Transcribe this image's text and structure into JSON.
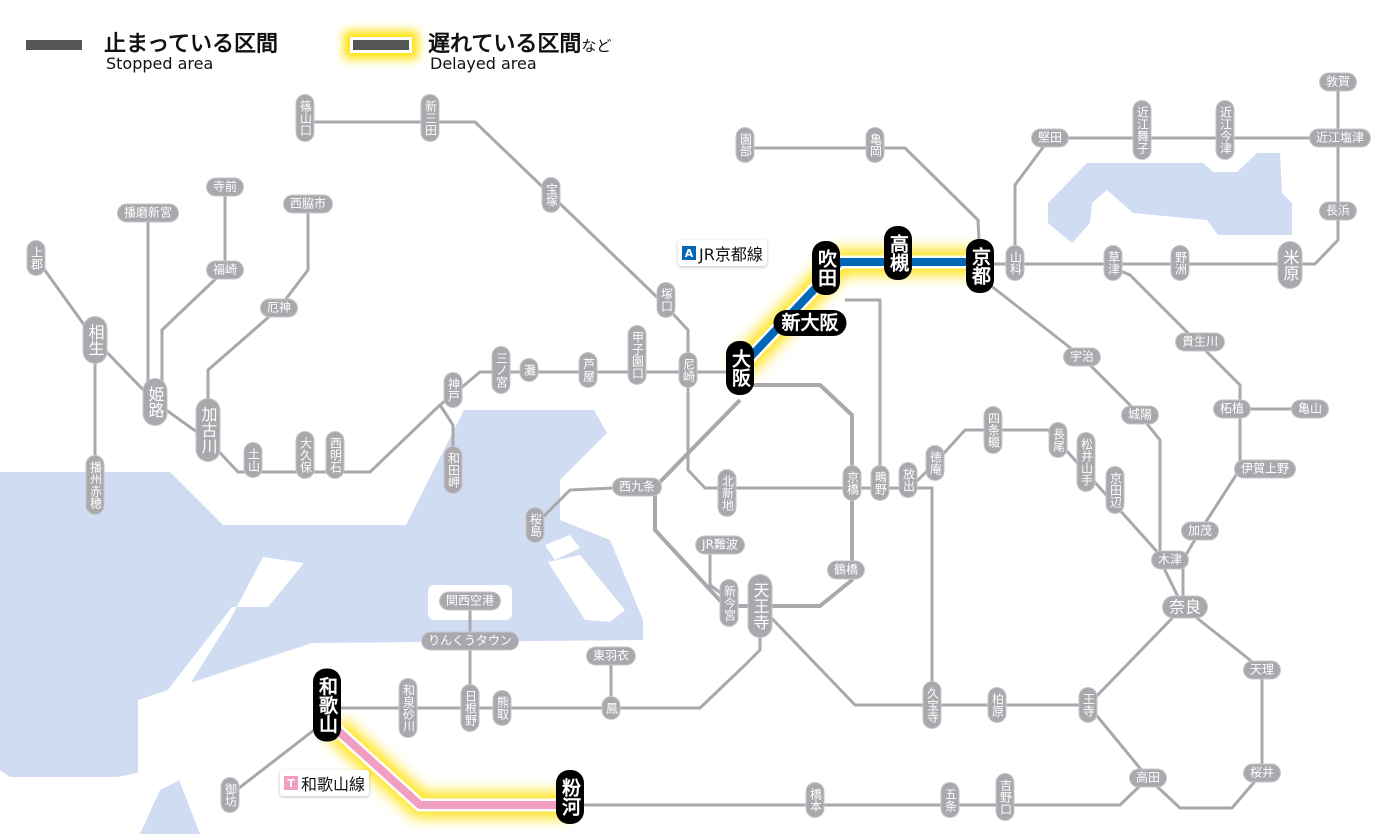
{
  "legend": {
    "stopped_label": "止まっている区間",
    "stopped_label_en": "Stopped area",
    "delayed_label": "遅れている区間",
    "delayed_suffix": "など",
    "delayed_label_en": "Delayed area"
  },
  "lines": {
    "kyoto": {
      "letter": "A",
      "name": "JR京都線",
      "color": "#0068b7",
      "status": "delayed"
    },
    "wakayama": {
      "letter": "T",
      "name": "和歌山線",
      "color": "#f19ec2",
      "status": "delayed"
    }
  },
  "colors": {
    "track": "#aaa7ad",
    "water": "#cfdcf2",
    "glow": "#ffe000",
    "stopped": "#555555"
  },
  "stations": {
    "sasayamaguchi": "篠山口",
    "shinsanda": "新三田",
    "takarazuka": "宝塚",
    "tsukaguchi": "塚口",
    "amagasaki": "尼崎",
    "koshienguchi": "甲子園口",
    "ashiya": "芦屋",
    "nada": "灘",
    "sannomiya": "三ノ宮",
    "kobe": "神戸",
    "wadamisaki": "和田岬",
    "nishiakashi": "西明石",
    "okubo": "大久保",
    "tsuchiyama": "土山",
    "kakogawa": "加古川",
    "yakujin": "厄神",
    "nishiwakishi": "西脇市",
    "teramae": "寺前",
    "fukusaki": "福崎",
    "harimashingu": "播磨新宮",
    "himeji": "姫路",
    "aioi": "相生",
    "kamigori": "上郡",
    "banshuako": "播州赤穂",
    "osaka": "大阪",
    "shinosaka": "新大阪",
    "suita": "吹田",
    "takatsuki": "高槻",
    "kyoto": "京都",
    "yamashina": "山科",
    "katata": "堅田",
    "omimaiko": "近江舞子",
    "omiimazu": "近江今津",
    "omishiotsu": "近江塩津",
    "tsuruga": "敦賀",
    "nagahama": "長浜",
    "maibara": "米原",
    "yasu": "野洲",
    "kusatsu": "草津",
    "kibukawa": "貴生川",
    "tsuge": "柘植",
    "kameyama": "亀山",
    "igaueno": "伊賀上野",
    "kamo": "加茂",
    "kizu": "木津",
    "uji": "宇治",
    "joyo": "城陽",
    "sonobe": "園部",
    "kameoka": "亀岡",
    "shijonawate": "四条畷",
    "nagao": "長尾",
    "matsuiyamate": "松井山手",
    "kyotanabe": "京田辺",
    "tokuan": "徳庵",
    "hanaten": "放出",
    "shigino": "鴫野",
    "kyobashi": "京橋",
    "kitashinchi": "北新地",
    "nishikujo": "西九条",
    "sakurajima": "桜島",
    "jrnamba": "JR難波",
    "shinimamiya": "新今宮",
    "tennoji": "天王寺",
    "tsuruhashi": "鶴橋",
    "nara": "奈良",
    "tenri": "天理",
    "sakurai": "桜井",
    "takada": "高田",
    "oji": "王寺",
    "kashiwara": "柏原",
    "kyuhoji": "久宝寺",
    "kansaikuko": "関西空港",
    "rinkutown": "りんくうタウン",
    "higashihagoromo": "東羽衣",
    "otori": "鳳",
    "kumatori": "熊取",
    "hineno": "日根野",
    "izumisunagawa": "和泉砂川",
    "wakayama": "和歌山",
    "gobo": "御坊",
    "kokawa": "粉河",
    "hashimoto": "橋本",
    "gojo": "五条",
    "yoshinoguchi": "吉野口"
  }
}
